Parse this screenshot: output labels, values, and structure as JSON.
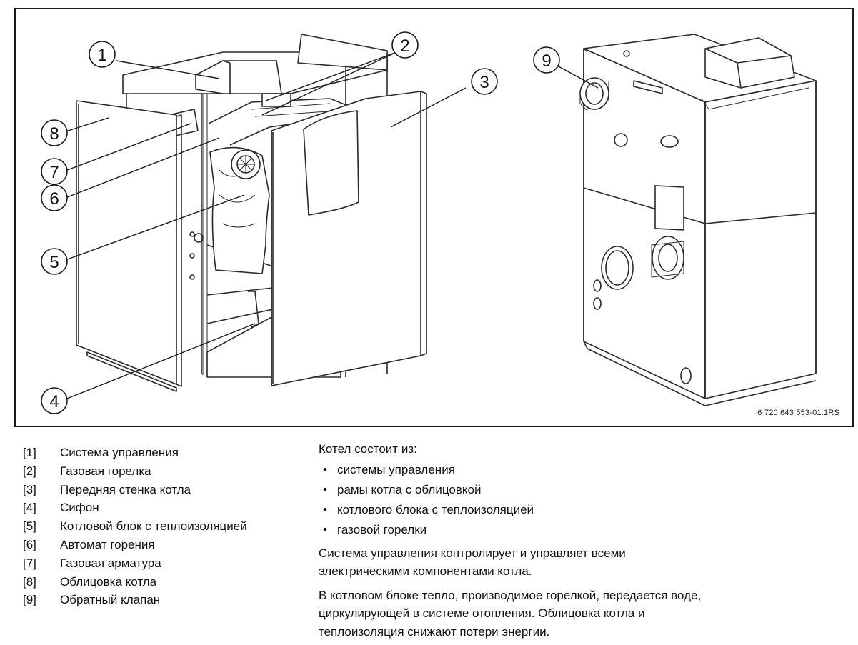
{
  "figure": {
    "code": "6 720 643 553-01.1RS",
    "callouts": [
      "1",
      "2",
      "3",
      "4",
      "5",
      "6",
      "7",
      "8",
      "9"
    ]
  },
  "legend": [
    {
      "key": "[1]",
      "label": "Система управления"
    },
    {
      "key": "[2]",
      "label": "Газовая горелка"
    },
    {
      "key": "[3]",
      "label": "Передняя стенка котла"
    },
    {
      "key": "[4]",
      "label": "Сифон"
    },
    {
      "key": "[5]",
      "label": "Котловой блок с теплоизоляцией"
    },
    {
      "key": "[6]",
      "label": "Автомат горения"
    },
    {
      "key": "[7]",
      "label": "Газовая арматура"
    },
    {
      "key": "[8]",
      "label": "Облицовка котла"
    },
    {
      "key": "[9]",
      "label": "Обратный клапан"
    }
  ],
  "description": {
    "intro": "Котел состоит из:",
    "bullet": "•",
    "items": [
      "системы управления",
      "рамы котла с облицовкой",
      "котлового блока с теплоизоляцией",
      "газовой горелки"
    ],
    "para1_line1": "Система управления контролирует и управляет всеми",
    "para1_line2": "электрическими компонентами котла.",
    "para2_line1": "В котловом блоке тепло, производимое горелкой, передается воде,",
    "para2_line2": "циркулирующей в системе отопления. Облицовка котла и",
    "para2_line3": "теплоизоляция снижают потери энергии."
  }
}
